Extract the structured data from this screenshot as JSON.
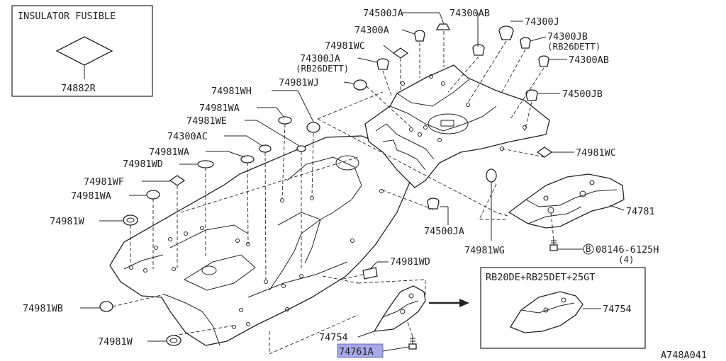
{
  "inset_topleft": {
    "title": "INSULATOR FUSIBLE",
    "part": "74882R"
  },
  "inset_right": {
    "title": "RB20DE+RB25DET+25GT",
    "part": "74754"
  },
  "highlight_color": "#a8a8e8",
  "labels": {
    "l74500JA_top": "74500JA",
    "l74300AB_top": "74300AB",
    "l74300J": "74300J",
    "l74300A": "74300A",
    "l74981WC_top": "74981WC",
    "l74300JB": "74300JB",
    "l74300JB_sub": "(RB26DETT)",
    "l74300JA": "74300JA",
    "l74300JA_sub": "(RB26DETT)",
    "l74300AB_right": "74300AB",
    "l74981WJ": "74981WJ",
    "l74981WH": "74981WH",
    "l74500JB": "74500JB",
    "l74981WA_1": "74981WA",
    "l74981WE": "74981WE",
    "l74300AC": "74300AC",
    "l74981WA_2": "74981WA",
    "l74981WC_right": "74981WC",
    "l74981WD_1": "74981WD",
    "l74981WF": "74981WF",
    "l74981WA_3": "74981WA",
    "l74781": "74781",
    "l74981W_1": "74981W",
    "l74500JA_mid": "74500JA",
    "l74981WG": "74981WG",
    "l08146": "08146-6125H",
    "l08146_circle": "B",
    "l08146_qty": "(4)",
    "l74981WD_2": "74981WD",
    "l74981WB": "74981WB",
    "l74754": "74754",
    "l74981W_2": "74981W",
    "l74761A": "74761A",
    "diagram_code": "A748A041"
  }
}
